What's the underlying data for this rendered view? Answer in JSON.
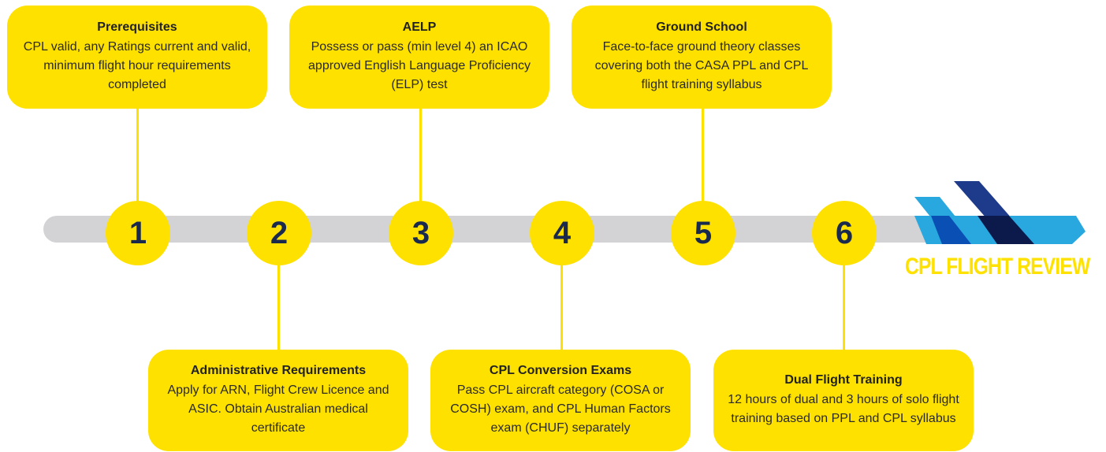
{
  "steps": [
    {
      "number": "1",
      "title": "Prerequisites",
      "desc": "CPL valid, any Ratings current and valid, minimum flight hour requirements completed"
    },
    {
      "number": "2",
      "title": "Administrative Requirements",
      "desc": "Apply for ARN, Flight Crew Licence and ASIC. Obtain Australian medical certificate"
    },
    {
      "number": "3",
      "title": "AELP",
      "desc": "Possess or pass (min level 4) an ICAO approved English Language Proficiency (ELP) test"
    },
    {
      "number": "4",
      "title": "CPL Conversion Exams",
      "desc": "Pass CPL aircraft category (COSA or COSH) exam, and CPL Human Factors exam (CHUF) separately"
    },
    {
      "number": "5",
      "title": "Ground School",
      "desc": "Face-to-face ground theory classes covering both the CASA PPL and CPL flight training syllabus"
    },
    {
      "number": "6",
      "title": "Dual Flight Training",
      "desc": "12 hours of dual and 3 hours of solo flight training based on PPL and CPL syllabus"
    }
  ],
  "brand": {
    "name": "CPL FLIGHT REVIEW"
  },
  "colors": {
    "accent": "#ffe100",
    "track": "#d3d3d5",
    "number": "#1a2a4e",
    "logo_light": "#29a8e0",
    "logo_mid": "#0a4fb4",
    "logo_dark": "#1e3a8a"
  }
}
